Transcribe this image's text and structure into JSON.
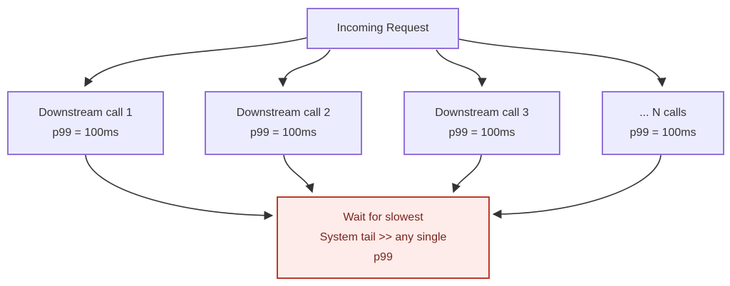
{
  "diagram": {
    "kind": "flowchart-fan-out-fan-in",
    "nodes": {
      "incoming": {
        "label": "Incoming Request"
      },
      "call1": {
        "lines": [
          "Downstream call 1",
          "p99 = 100ms"
        ]
      },
      "call2": {
        "lines": [
          "Downstream call 2",
          "p99 = 100ms"
        ]
      },
      "call3": {
        "lines": [
          "Downstream call 3",
          "p99 = 100ms"
        ]
      },
      "calln": {
        "lines": [
          "... N calls",
          "p99 = 100ms"
        ]
      },
      "wait": {
        "lines": [
          "Wait for slowest",
          "System tail >> any single",
          "p99"
        ]
      }
    },
    "edges": [
      {
        "from": "incoming",
        "to": "call1"
      },
      {
        "from": "incoming",
        "to": "call2"
      },
      {
        "from": "incoming",
        "to": "call3"
      },
      {
        "from": "incoming",
        "to": "calln"
      },
      {
        "from": "call1",
        "to": "wait"
      },
      {
        "from": "call2",
        "to": "wait"
      },
      {
        "from": "call3",
        "to": "wait"
      },
      {
        "from": "calln",
        "to": "wait"
      }
    ],
    "colors": {
      "node_fill": "#ececff",
      "node_border": "#9370db",
      "node_text": "#333333",
      "alert_fill": "#fdecea",
      "alert_border": "#c0392b",
      "alert_text": "#7b241c",
      "edge_color": "#333333",
      "canvas_bg": "#ffffff"
    }
  }
}
